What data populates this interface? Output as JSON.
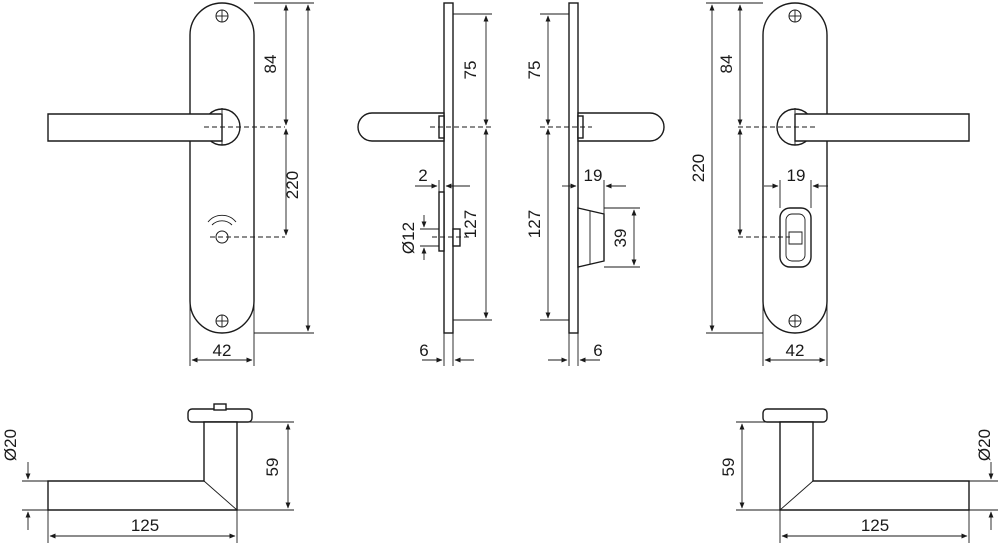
{
  "drawing": {
    "dimensions": {
      "front_left_84": "84",
      "front_left_220_inner": "220",
      "front_left_42": "42",
      "side_left_75": "75",
      "side_left_2": "2",
      "side_left_d12": "Ø12",
      "side_left_127": "127",
      "side_left_6": "6",
      "side_right_75": "75",
      "side_right_19": "19",
      "side_right_127": "127",
      "side_right_39": "39",
      "side_right_6": "6",
      "front_right_220": "220",
      "front_right_84": "84",
      "front_right_19": "19",
      "front_right_42": "42",
      "top_left_d20": "Ø20",
      "top_left_59": "59",
      "top_left_125": "125",
      "top_right_59": "59",
      "top_right_d20": "Ø20",
      "top_right_125": "125"
    }
  }
}
